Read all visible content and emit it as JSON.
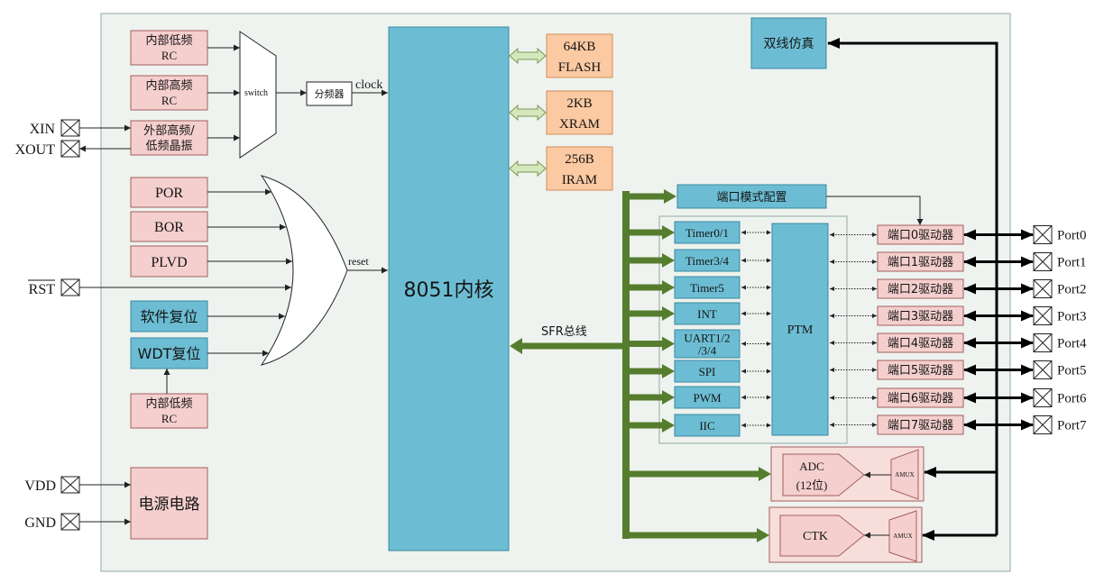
{
  "colors": {
    "board": "#eef3ef",
    "pink_block": "#f4cfcd",
    "pink_container": "#f7dedb",
    "blue_block": "#6cbdd3",
    "memory_block": "#fbc9a2",
    "bus_green": "#557d2d",
    "memory_arrow": "#d6e6bd",
    "signal_black": "#000000"
  },
  "pins": {
    "xin": "XIN",
    "xout": "XOUT",
    "rst": "RST",
    "vdd": "VDD",
    "gnd": "GND"
  },
  "clock": {
    "internal_low": [
      "内部低频",
      "RC"
    ],
    "internal_high": [
      "内部高频",
      "RC"
    ],
    "external_crystal": [
      "外部高频/",
      "低频晶振"
    ],
    "switch": "switch",
    "divider": "分频器",
    "output": "clock"
  },
  "reset": {
    "por": "POR",
    "bor": "BOR",
    "plvd": "PLVD",
    "software": "软件复位",
    "wdt": "WDT复位",
    "wdt_clock": [
      "内部低频",
      "RC"
    ],
    "output": "reset"
  },
  "power": "电源电路",
  "core": "8051内核",
  "memory": [
    {
      "size": "64KB",
      "type": "FLASH"
    },
    {
      "size": "2KB",
      "type": "XRAM"
    },
    {
      "size": "256B",
      "type": "IRAM"
    }
  ],
  "sfr_bus": "SFR总线",
  "debug": "双线仿真",
  "port_mode_config": "端口模式配置",
  "peripherals": [
    {
      "lines": [
        "Timer0/1"
      ]
    },
    {
      "lines": [
        "Timer3/4"
      ]
    },
    {
      "lines": [
        "Timer5"
      ]
    },
    {
      "lines": [
        "INT"
      ]
    },
    {
      "lines": [
        "UART1/2",
        "/3/4"
      ]
    },
    {
      "lines": [
        "SPI"
      ]
    },
    {
      "lines": [
        "PWM"
      ]
    },
    {
      "lines": [
        "IIC"
      ]
    }
  ],
  "ptm": "PTM",
  "port_drivers": [
    "端口0驱动器",
    "端口1驱动器",
    "端口2驱动器",
    "端口3驱动器",
    "端口4驱动器",
    "端口5驱动器",
    "端口6驱动器",
    "端口7驱动器"
  ],
  "ports": [
    "Port0",
    "Port1",
    "Port2",
    "Port3",
    "Port4",
    "Port5",
    "Port6",
    "Port7"
  ],
  "adc": {
    "lines": [
      "ADC",
      "(12位)"
    ],
    "amux": "AMUX"
  },
  "ctk": {
    "label": "CTK",
    "amux": "AMUX"
  }
}
